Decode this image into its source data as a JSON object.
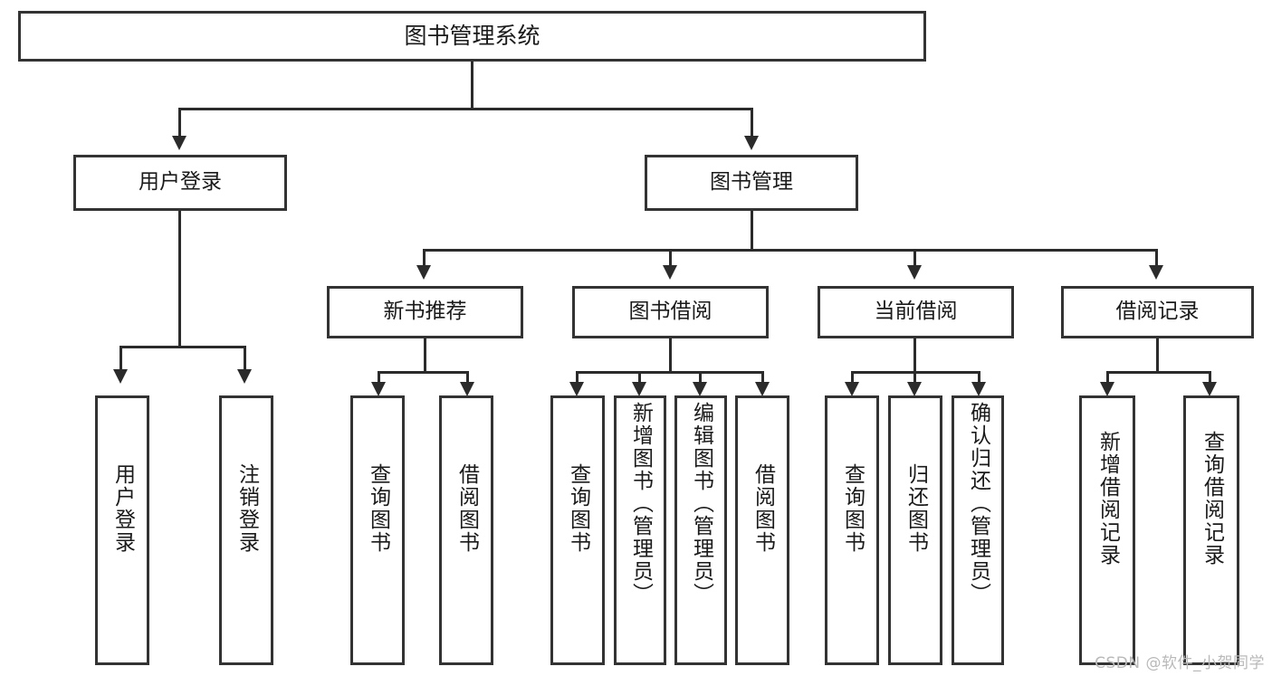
{
  "diagram": {
    "title": "图书管理系统",
    "root": {
      "label": "图书管理系统"
    },
    "level2": [
      {
        "label": "用户登录"
      },
      {
        "label": "图书管理"
      }
    ],
    "level3": [
      {
        "label": "新书推荐"
      },
      {
        "label": "图书借阅"
      },
      {
        "label": "当前借阅"
      },
      {
        "label": "借阅记录"
      }
    ],
    "leaves": [
      {
        "label": "用户登录"
      },
      {
        "label": "注销登录"
      },
      {
        "label": "查询图书"
      },
      {
        "label": "借阅图书"
      },
      {
        "label": "查询图书"
      },
      {
        "label": "新增图书（管理员）"
      },
      {
        "label": "编辑图书（管理员）"
      },
      {
        "label": "借阅图书"
      },
      {
        "label": "查询图书"
      },
      {
        "label": "归还图书"
      },
      {
        "label": "确认归还（管理员）"
      },
      {
        "label": "新增借阅记录"
      },
      {
        "label": "查询借阅记录"
      }
    ]
  },
  "watermark": {
    "text": "CSDN @软件_小贺同学"
  },
  "colors": {
    "box_border": "#333333",
    "line": "#2b2b2b",
    "text": "#1a1a1a",
    "background": "#ffffff",
    "watermark": "#b9b9b9"
  }
}
